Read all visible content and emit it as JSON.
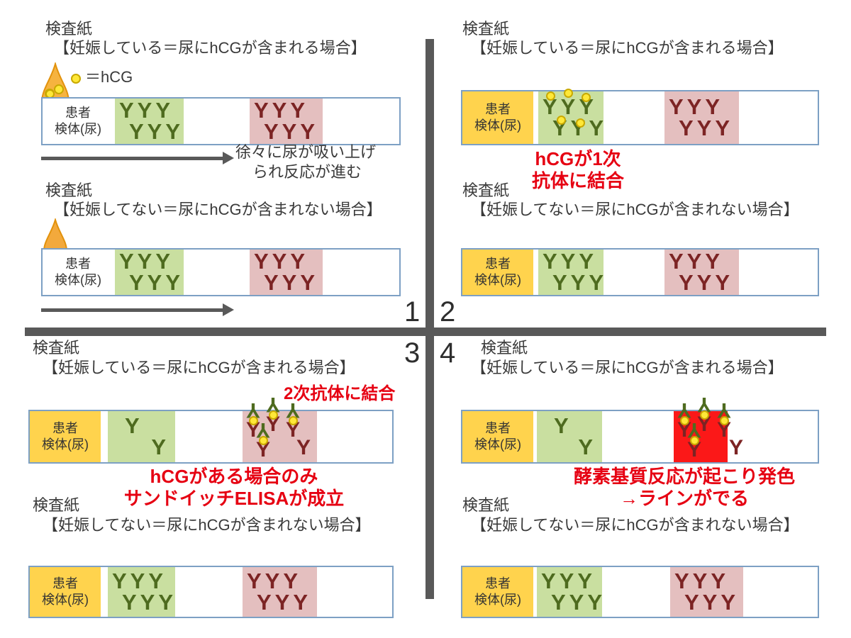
{
  "colors": {
    "antibody_green": "#4e6b1f",
    "antibody_red": "#7c2424",
    "zone_green": "#c9dfa0",
    "zone_pink": "#e4bfbf",
    "sample_gold": "#ffd34d",
    "hcg_yellow": "#ffe838",
    "developed_line_red": "#fb1818",
    "annotation_red": "#e60012",
    "divider_gray": "#595959",
    "strip_border_blue": "#7da0c4",
    "urine_orange": "#f6b33f"
  },
  "center_numbers": {
    "n1": "1",
    "n2": "2",
    "n3": "3",
    "n4": "4"
  },
  "labels": {
    "paper": "検査紙",
    "case_pregnant": "【妊娠している＝尿にhCGが含まれる場合】",
    "case_not_pregnant": "【妊娠してない＝尿にhCGが含まれない場合】",
    "legend_hcg": "＝hCG",
    "sample_line1": "患者",
    "sample_line2": "検体(尿)"
  },
  "glyphs": {
    "antibody_row": "YYY",
    "antibody_single": "Y"
  },
  "annotations": {
    "q1_flow_line1": "徐々に尿が吸い上げ",
    "q1_flow_line2": "られ反応が進む",
    "q2_line1": "hCGが1次",
    "q2_line2": "抗体に結合",
    "q3_top": "2次抗体に結合",
    "q3_bottom_line1": "hCGがある場合のみ",
    "q3_bottom_line2": "サンドイッチELISAが成立",
    "q4_line1": "酵素基質反応が起こり発色",
    "q4_line2": "→ラインがでる"
  }
}
